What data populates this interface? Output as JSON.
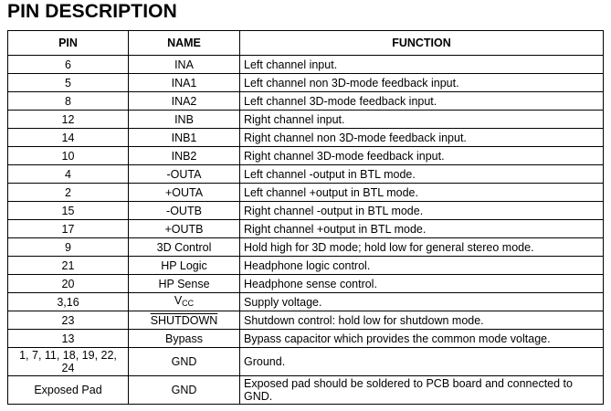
{
  "title": "PIN DESCRIPTION",
  "headers": {
    "pin": "PIN",
    "name": "NAME",
    "function": "FUNCTION"
  },
  "rows": [
    {
      "pin": "6",
      "name": "INA",
      "function": "Left channel input."
    },
    {
      "pin": "5",
      "name": "INA1",
      "function": "Left channel non 3D-mode feedback input."
    },
    {
      "pin": "8",
      "name": "INA2",
      "function": "Left channel 3D-mode feedback input."
    },
    {
      "pin": "12",
      "name": "INB",
      "function": "Right channel input."
    },
    {
      "pin": "14",
      "name": "INB1",
      "function": "Right channel non 3D-mode feedback input."
    },
    {
      "pin": "10",
      "name": "INB2",
      "function": "Right channel 3D-mode feedback input."
    },
    {
      "pin": "4",
      "name": "-OUTA",
      "function": "Left channel -output in BTL mode."
    },
    {
      "pin": "2",
      "name": "+OUTA",
      "function": "Left channel +output in BTL mode."
    },
    {
      "pin": "15",
      "name": "-OUTB",
      "function": "Right channel -output in BTL mode."
    },
    {
      "pin": "17",
      "name": "+OUTB",
      "function": "Right channel +output in BTL mode."
    },
    {
      "pin": "9",
      "name": "3D Control",
      "function": "Hold high for 3D mode; hold low for general stereo mode."
    },
    {
      "pin": "21",
      "name": "HP Logic",
      "function": "Headphone logic control."
    },
    {
      "pin": "20",
      "name": "HP Sense",
      "function": "Headphone sense control."
    },
    {
      "pin": "3,16",
      "name_main": "V",
      "name_sub": "CC",
      "function": "Supply voltage."
    },
    {
      "pin": "23",
      "name": "SHUTDOWN",
      "function": "Shutdown control: hold low for shutdown mode."
    },
    {
      "pin": "13",
      "name": "Bypass",
      "function": "Bypass capacitor which provides the common mode voltage."
    },
    {
      "pin": "1, 7, 11, 18, 19, 22, 24",
      "name": "GND",
      "function": "Ground."
    },
    {
      "pin": "Exposed Pad",
      "name": "GND",
      "function": "Exposed pad should be soldered to PCB board and connected to GND."
    }
  ]
}
